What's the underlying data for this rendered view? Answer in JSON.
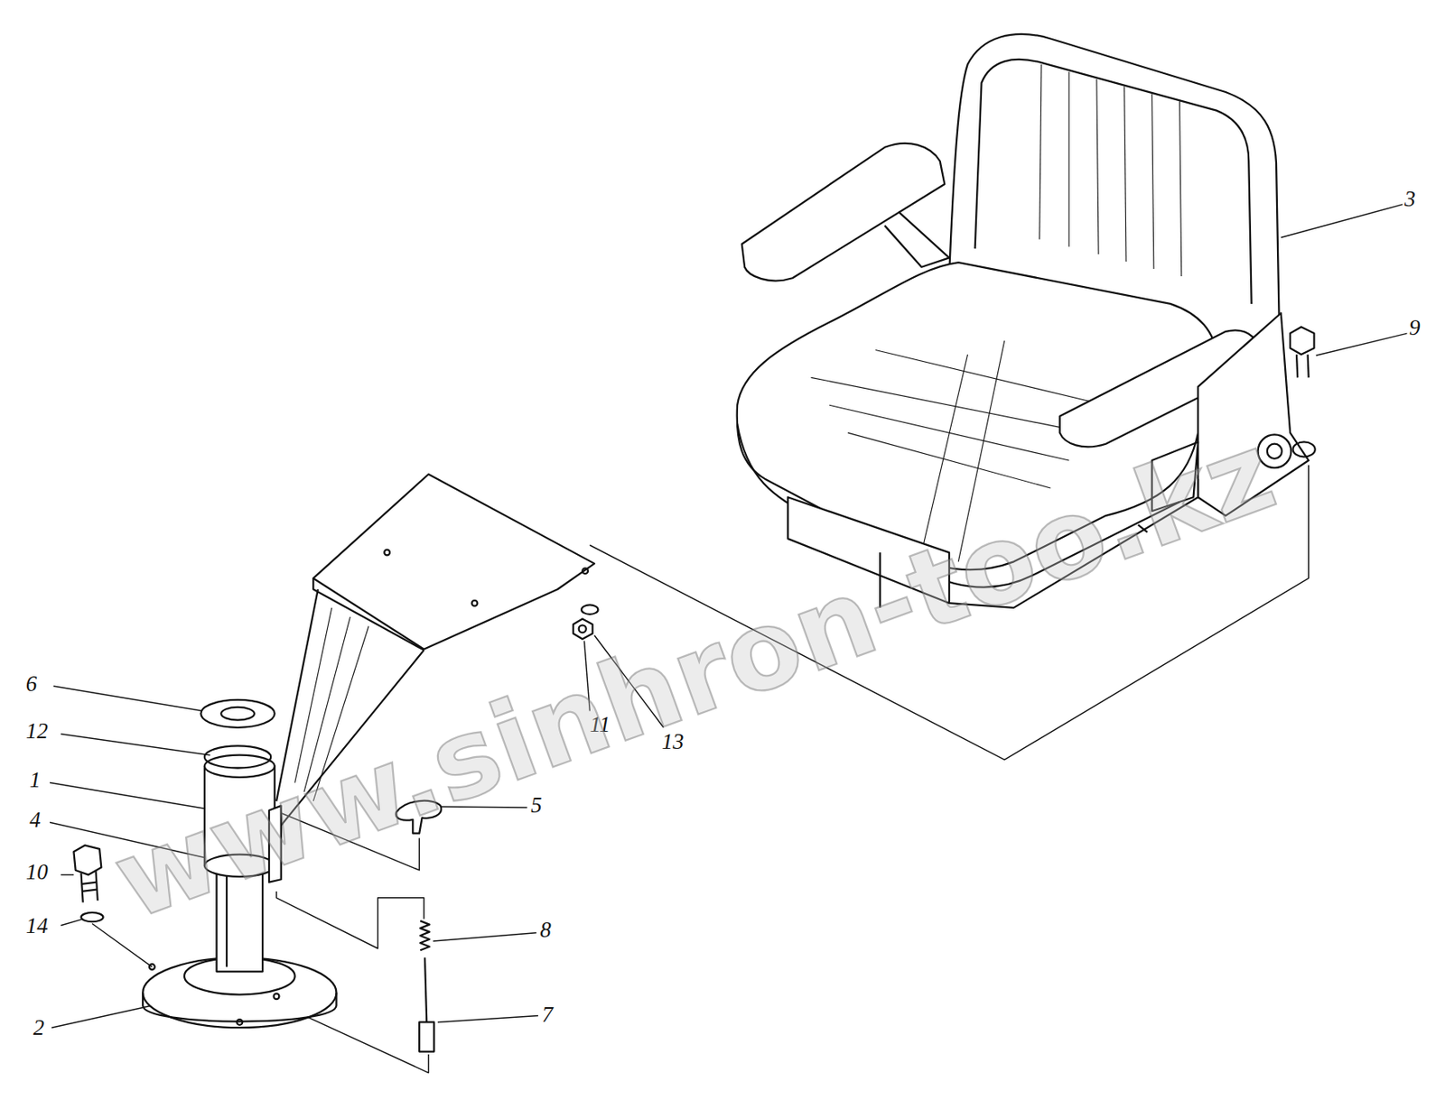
{
  "diagram": {
    "labels": [
      "3",
      "9",
      "6",
      "12",
      "1",
      "4",
      "10",
      "14",
      "2",
      "5",
      "8",
      "7",
      "11",
      "13",
      "www.sinhron-too.kz"
    ]
  }
}
